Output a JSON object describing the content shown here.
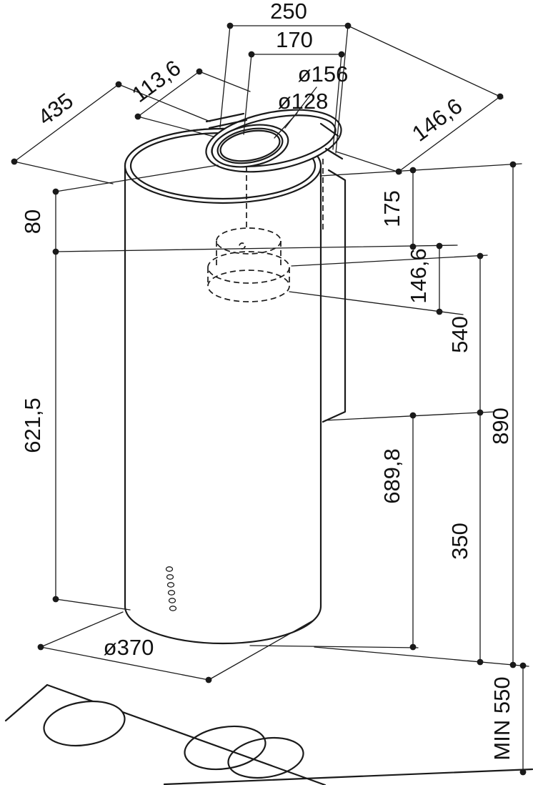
{
  "drawing": {
    "kind": "technical-dimension-drawing",
    "subject": "cylindrical island range hood with duct spigot and hob below",
    "units": "mm",
    "line_color": "#1a1a1a",
    "background": "#ffffff",
    "dims": {
      "outlet_cutout_width": "250",
      "inner_cutout_width": "170",
      "duct_outer_dia": "ø156",
      "duct_inner_dia": "ø128",
      "cutout_offset": "113,6",
      "body_depth": "435",
      "rear_offset": "146,6",
      "top_to_spigot": "175",
      "spigot_section": "146,6",
      "rim_to_spigot": "80",
      "mid_section": "540",
      "total_height": "890",
      "body_lower_height": "621,5",
      "spigot_to_bottom": "689,8",
      "lower_section": "350",
      "body_diameter": "ø370",
      "min_hob_distance": "MIN 550"
    }
  }
}
